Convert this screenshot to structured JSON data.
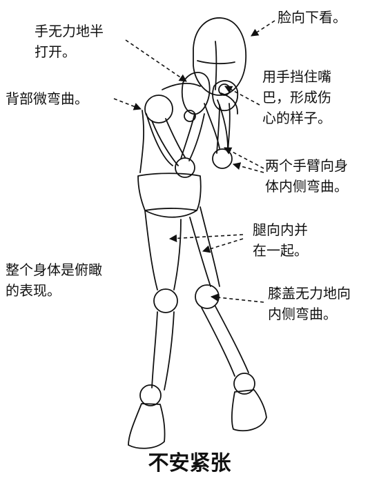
{
  "annotations": {
    "face_down": "脸向下看。",
    "hand_half_open": [
      "手无力地半",
      "打开。"
    ],
    "back_bent": "背部微弯曲。",
    "mouth_cover": [
      "用手挡住嘴",
      "巴，形成伤",
      "心的样子。"
    ],
    "arms_bent": [
      "两个手臂向身",
      "体内侧弯曲。"
    ],
    "legs_together": [
      "腿向内并",
      "在一起。"
    ],
    "bird_eye": [
      "整个身体是俯瞰",
      "的表现。"
    ],
    "knees_bent": [
      "膝盖无力地向",
      "内侧弯曲。"
    ]
  },
  "caption": "不安紧张",
  "colors": {
    "line": "#111111",
    "background": "#ffffff"
  }
}
